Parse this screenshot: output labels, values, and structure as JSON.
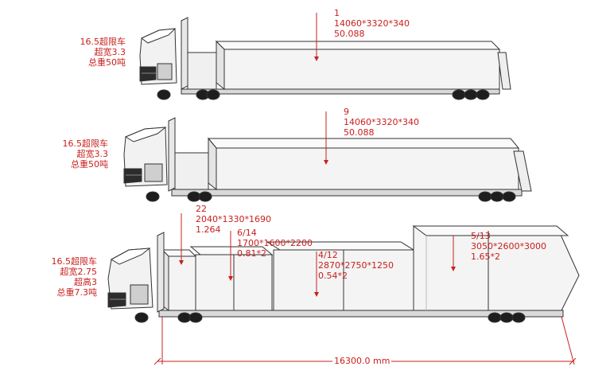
{
  "trucks": [
    {
      "side_label": [
        "16.5超限车",
        "超宽3.3",
        "总重50吨"
      ],
      "cargo": [
        {
          "lines": [
            "1",
            "14060*3320*340",
            "50.088"
          ]
        }
      ]
    },
    {
      "side_label": [
        "16.5超限车",
        "超宽3.3",
        "总重50吨"
      ],
      "cargo": [
        {
          "lines": [
            "9",
            "14060*3320*340",
            "50.088"
          ]
        }
      ]
    },
    {
      "side_label": [
        "16.5超限车",
        "超宽2.75",
        "超高3",
        "总重7.3吨"
      ],
      "cargo": [
        {
          "lines": [
            "22",
            "2040*1330*1690",
            "1.264"
          ]
        },
        {
          "lines": [
            "6/14",
            "1700*1600*2200",
            "0.81*2"
          ]
        },
        {
          "lines": [
            "4/12",
            "2870*2750*1250",
            "0.54*2"
          ]
        },
        {
          "lines": [
            "5/13",
            "3050*2600*3000",
            "1.65*2"
          ]
        }
      ]
    }
  ],
  "dimension": {
    "label": "16300.0 mm"
  },
  "colors": {
    "annotation": "#c8201e",
    "body": "#f2f2f2",
    "edge": "#333333",
    "wheel": "#1e1e1e"
  }
}
